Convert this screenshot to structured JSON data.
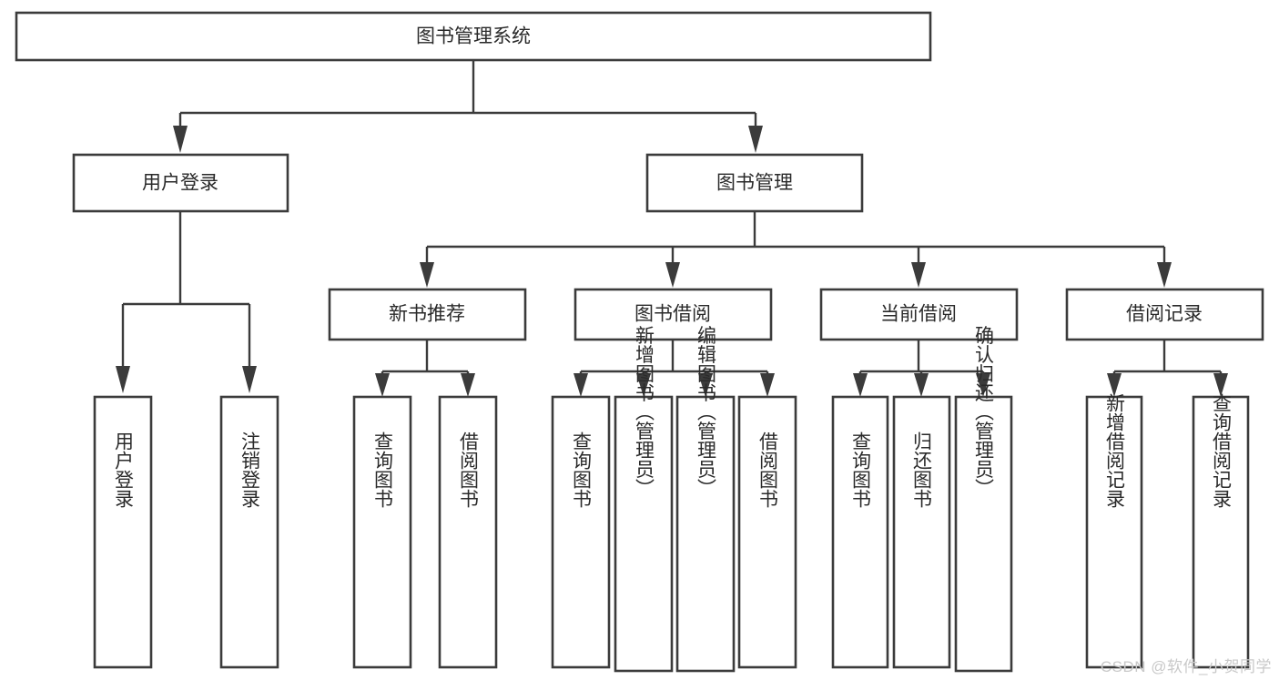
{
  "diagram": {
    "type": "tree-hierarchy-chart",
    "title": "图书管理系统",
    "watermark": "CSDN @软件_小贺同学",
    "colors": {
      "box_fill": "#ffffff",
      "box_stroke": "#3b3b3b",
      "connector": "#3b3b3b",
      "label_text": "#2a2a2a",
      "watermark_text": "#c9c9c9",
      "background": "#ffffff"
    },
    "levels": {
      "level1": {
        "label": "图书管理系统"
      },
      "level2": [
        {
          "label": "用户登录"
        },
        {
          "label": "图书管理"
        }
      ],
      "level3": [
        {
          "label": "新书推荐"
        },
        {
          "label": "图书借阅"
        },
        {
          "label": "当前借阅"
        },
        {
          "label": "借阅记录"
        }
      ],
      "leaves": {
        "user_login": [
          {
            "label": "用户登录"
          },
          {
            "label": "注销登录"
          }
        ],
        "new_book_recommend": [
          {
            "label": "查询图书"
          },
          {
            "label": "借阅图书"
          }
        ],
        "book_borrow": [
          {
            "label": "查询图书"
          },
          {
            "label": "新增图书（管理员）"
          },
          {
            "label": "编辑图书（管理员）"
          },
          {
            "label": "借阅图书"
          }
        ],
        "current_borrow": [
          {
            "label": "查询图书"
          },
          {
            "label": "归还图书"
          },
          {
            "label": "确认归还（管理员）"
          }
        ],
        "borrow_records": [
          {
            "label": "新增借阅记录"
          },
          {
            "label": "查询借阅记录"
          }
        ]
      }
    }
  }
}
